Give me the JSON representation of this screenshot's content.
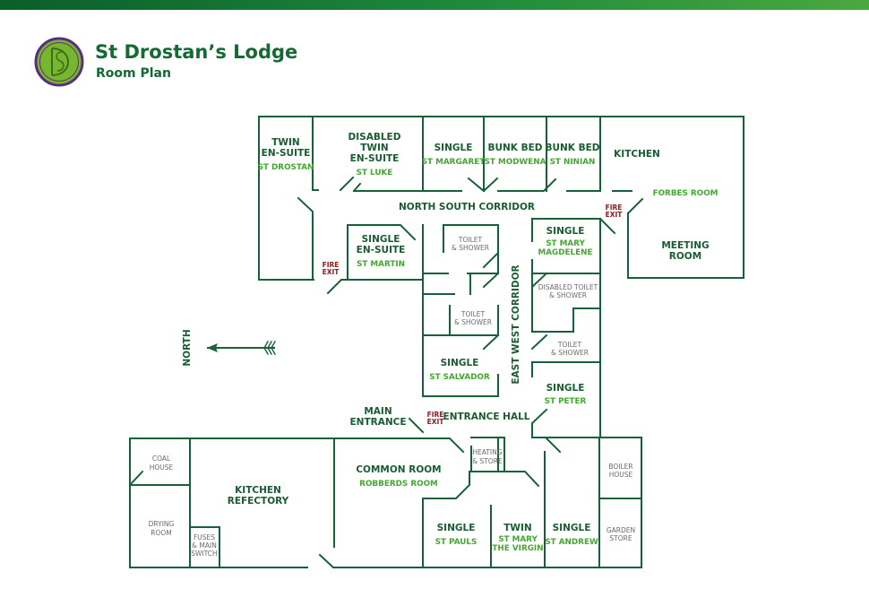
{
  "header": {
    "title": "St Drostan’s Lodge",
    "subtitle": "Room Plan",
    "logo_letters": "SD"
  },
  "colors": {
    "wall": "#15613a",
    "room_label": "#1a5c32",
    "room_name": "#43a82f",
    "fire_exit": "#8c1d20",
    "small_label": "#6a6a6a",
    "logo_ring": "#5a2d82",
    "logo_fill": "#78b62e"
  },
  "compass": {
    "label": "NORTH"
  },
  "corridors": {
    "north_south": "NORTH SOUTH CORRIDOR",
    "east_west": "EAST WEST CORRIDOR"
  },
  "rooms": {
    "twin_ensuite": {
      "l1": "TWIN",
      "l2": "EN-SUITE",
      "name": "ST DROSTAN"
    },
    "disabled_twin": {
      "l1": "DISABLED",
      "l2": "TWIN",
      "l3": "EN-SUITE",
      "name": "ST LUKE"
    },
    "single_margaret": {
      "l1": "SINGLE",
      "name": "ST MARGARET"
    },
    "bunk_modwena": {
      "l1": "BUNK BED",
      "name": "ST MODWENA"
    },
    "bunk_ninian": {
      "l1": "BUNK BED",
      "name": "ST NINIAN"
    },
    "kitchen": {
      "l1": "KITCHEN"
    },
    "meeting": {
      "name": "FORBES ROOM",
      "l1": "MEETING",
      "l2": "ROOM"
    },
    "single_martin": {
      "l1": "SINGLE",
      "l2": "EN-SUITE",
      "name": "ST MARTIN"
    },
    "toilet1": {
      "l1": "TOILET",
      "l2": "& SHOWER"
    },
    "toilet2": {
      "l1": "TOILET",
      "l2": "& SHOWER"
    },
    "single_salvador": {
      "l1": "SINGLE",
      "name": "ST SALVADOR"
    },
    "single_mary_mag": {
      "l1": "SINGLE",
      "name1": "ST MARY",
      "name2": "MAGDELENE"
    },
    "disabled_toilet": {
      "l1": "DISABLED TOILET",
      "l2": "& SHOWER"
    },
    "toilet3": {
      "l1": "TOILET",
      "l2": "& SHOWER"
    },
    "single_peter": {
      "l1": "SINGLE",
      "name": "ST PETER"
    },
    "main_entrance": {
      "l1": "MAIN",
      "l2": "ENTRANCE"
    },
    "entrance_hall": {
      "l1": "ENTRANCE HALL"
    },
    "coal_house": {
      "l1": "COAL",
      "l2": "HOUSE"
    },
    "drying_room": {
      "l1": "DRYING",
      "l2": "ROOM"
    },
    "fuses": {
      "l1": "FUSES",
      "l2": "& MAIN",
      "l3": "SWITCH"
    },
    "kitchen_refectory": {
      "l1": "KITCHEN",
      "l2": "REFECTORY"
    },
    "common_room": {
      "l1": "COMMON ROOM",
      "name": "ROBBERDS ROOM"
    },
    "heating": {
      "l1": "HEATING",
      "l2": "& STORE"
    },
    "single_pauls": {
      "l1": "SINGLE",
      "name": "ST PAULS"
    },
    "twin_mary": {
      "l1": "TWIN",
      "name1": "ST MARY",
      "name2": "THE VIRGIN"
    },
    "single_andrew": {
      "l1": "SINGLE",
      "name": "ST ANDREW"
    },
    "boiler": {
      "l1": "BOILER",
      "l2": "HOUSE"
    },
    "garden": {
      "l1": "GARDEN",
      "l2": "STORE"
    }
  },
  "fire_exits": {
    "west": {
      "l1": "FIRE",
      "l2": "EXIT"
    },
    "kitchen": {
      "l1": "FIRE",
      "l2": "EXIT"
    },
    "hall": {
      "l1": "FIRE",
      "l2": "EXIT"
    }
  }
}
